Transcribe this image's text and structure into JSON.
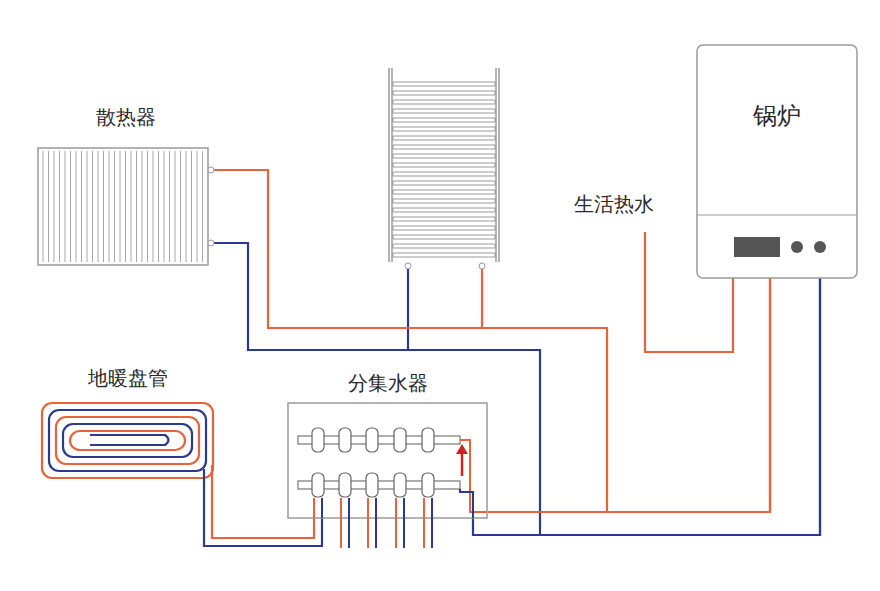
{
  "diagram": {
    "nodes": [
      {
        "text": [
          "散热器"
        ]
      },
      {
        "text": [
          "锅炉"
        ]
      },
      {
        "text": [
          "地暖盘管"
        ]
      },
      {
        "text": [
          "分集水器"
        ]
      }
    ],
    "edges": [
      {
        "from": 1,
        "to": 0,
        "arrow": "none"
      },
      {
        "from": 1,
        "to": 0,
        "arrow": "none"
      },
      {
        "from": 1,
        "to": 3,
        "arrow": "none"
      },
      {
        "from": 1,
        "to": 3,
        "arrow": "none"
      },
      {
        "from": 3,
        "to": 2,
        "arrow": "none"
      },
      {
        "from": 3,
        "to": 2,
        "arrow": "none"
      }
    ],
    "labels": [
      "生活热水"
    ]
  }
}
